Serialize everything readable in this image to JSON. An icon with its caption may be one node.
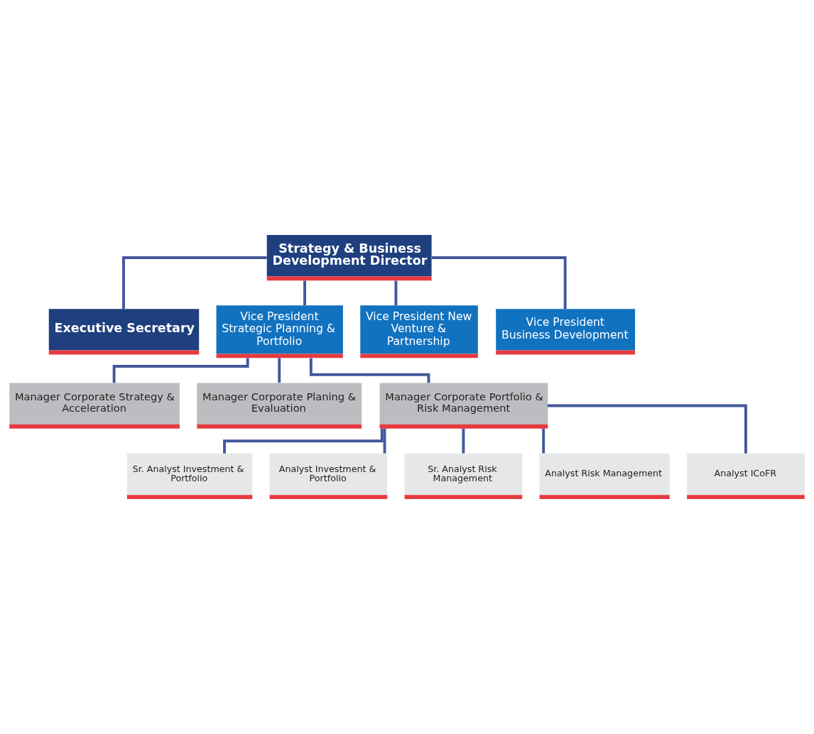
{
  "diagram": {
    "nodes": [
      {
        "text": [
          "Strategy & Business Development Director"
        ]
      },
      {
        "text": [
          "Executive Secretary"
        ]
      },
      {
        "text": [
          "Vice President Strategic Planning & Portfolio"
        ]
      },
      {
        "text": [
          "Vice President New Venture & Partnership"
        ]
      },
      {
        "text": [
          "Vice President Business Development"
        ]
      },
      {
        "text": [
          "Manager Corporate Strategy & Acceleration"
        ]
      },
      {
        "text": [
          "Manager Corporate Planing & Evaluation"
        ]
      },
      {
        "text": [
          "Manager Corporate Portfolio & Risk Management"
        ]
      },
      {
        "text": [
          "Sr. Analyst Investment & Portfolio"
        ]
      },
      {
        "text": [
          "Analyst Investment & Portfolio"
        ]
      },
      {
        "text": [
          "Sr. Analyst Risk Management"
        ]
      },
      {
        "text": [
          "Analyst Risk Management"
        ]
      },
      {
        "text": [
          "Analyst ICoFR"
        ]
      }
    ],
    "edges": [
      {
        "from": 0,
        "to": 1,
        "arrow": "none"
      },
      {
        "from": 0,
        "to": 2,
        "arrow": "none"
      },
      {
        "from": 0,
        "to": 3,
        "arrow": "none"
      },
      {
        "from": 0,
        "to": 4,
        "arrow": "none"
      },
      {
        "from": 2,
        "to": 5,
        "arrow": "none"
      },
      {
        "from": 2,
        "to": 6,
        "arrow": "none"
      },
      {
        "from": 2,
        "to": 7,
        "arrow": "none"
      },
      {
        "from": 7,
        "to": 8,
        "arrow": "none"
      },
      {
        "from": 7,
        "to": 9,
        "arrow": "none"
      },
      {
        "from": 7,
        "to": 10,
        "arrow": "none"
      },
      {
        "from": 7,
        "to": 11,
        "arrow": "none"
      },
      {
        "from": 7,
        "to": 12,
        "arrow": "none"
      }
    ]
  }
}
